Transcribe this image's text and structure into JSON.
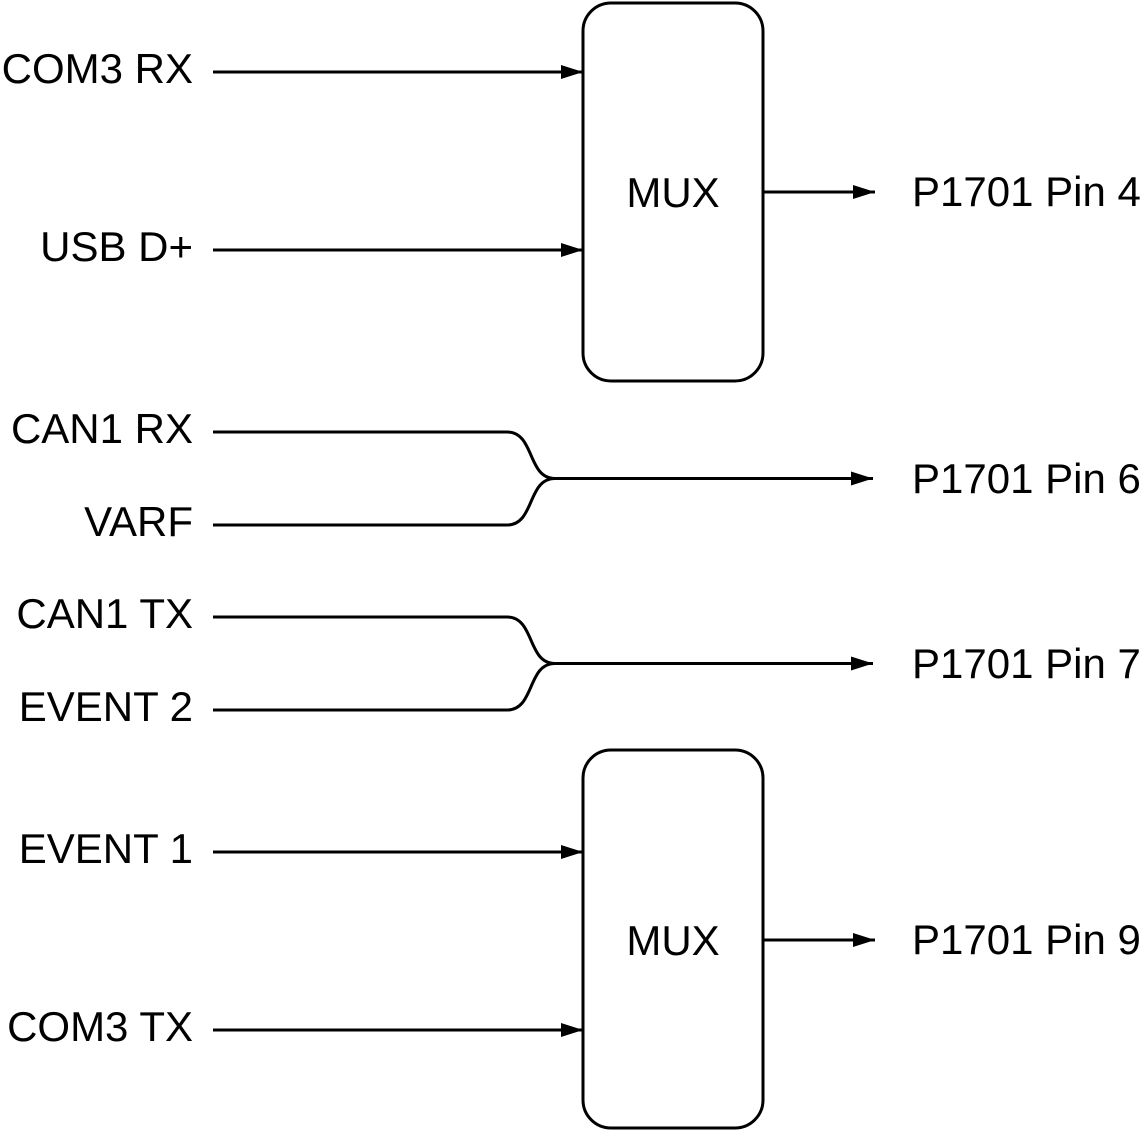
{
  "diagram": {
    "title": "signal-mux-routing-diagram",
    "background_color": "#ffffff",
    "line_color": "#000000",
    "text_color": "#000000",
    "routes": [
      {
        "kind": "mux",
        "inputs": [
          "COM3 RX",
          "USB D+"
        ],
        "block_label": "MUX",
        "output": "P1701 Pin 4"
      },
      {
        "kind": "join",
        "inputs": [
          "CAN1 RX",
          "VARF"
        ],
        "output": "P1701 Pin 6"
      },
      {
        "kind": "join",
        "inputs": [
          "CAN1 TX",
          "EVENT 2"
        ],
        "output": "P1701 Pin 7"
      },
      {
        "kind": "mux",
        "inputs": [
          "EVENT 1",
          "COM3 TX"
        ],
        "block_label": "MUX",
        "output": "P1701 Pin 9"
      }
    ]
  }
}
